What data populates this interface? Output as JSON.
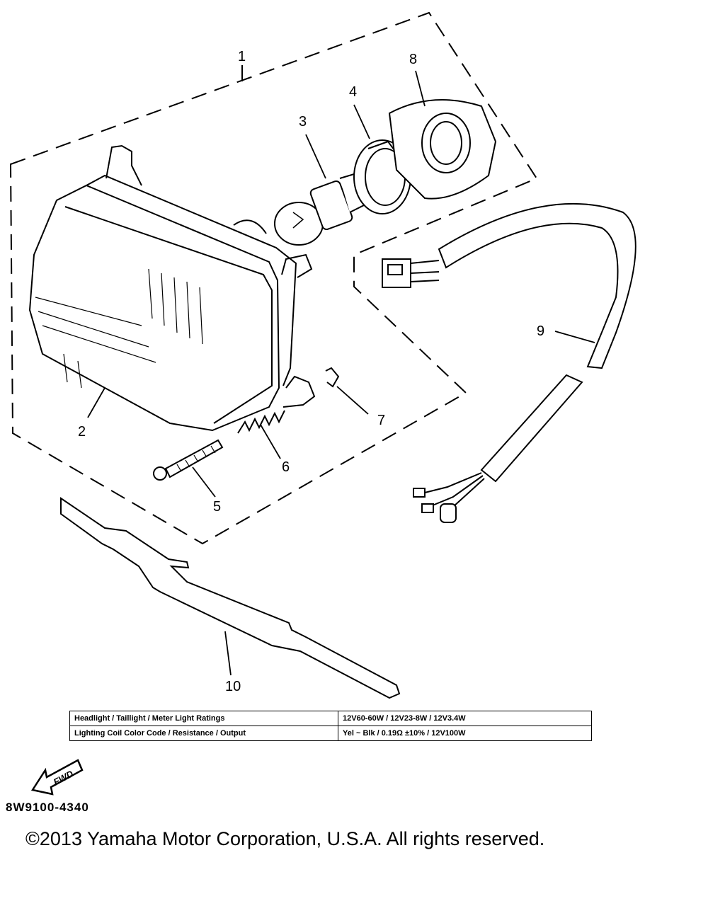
{
  "callouts": {
    "c1": "1",
    "c2": "2",
    "c3": "3",
    "c4": "4",
    "c5": "5",
    "c6": "6",
    "c7": "7",
    "c8": "8",
    "c9": "9",
    "c10": "10"
  },
  "spec_table": {
    "row1_label": "Headlight / Taillight / Meter Light Ratings",
    "row1_value": "12V60-60W / 12V23-8W / 12V3.4W",
    "row2_label": "Lighting Coil Color Code / Resistance / Output",
    "row2_value": "Yel ~ Blk / 0.19Ω ±10% / 12V100W"
  },
  "fwd_label": "FWD",
  "part_code": "8W9100-4340",
  "copyright": "©2013 Yamaha Motor Corporation, U.S.A. All rights reserved."
}
